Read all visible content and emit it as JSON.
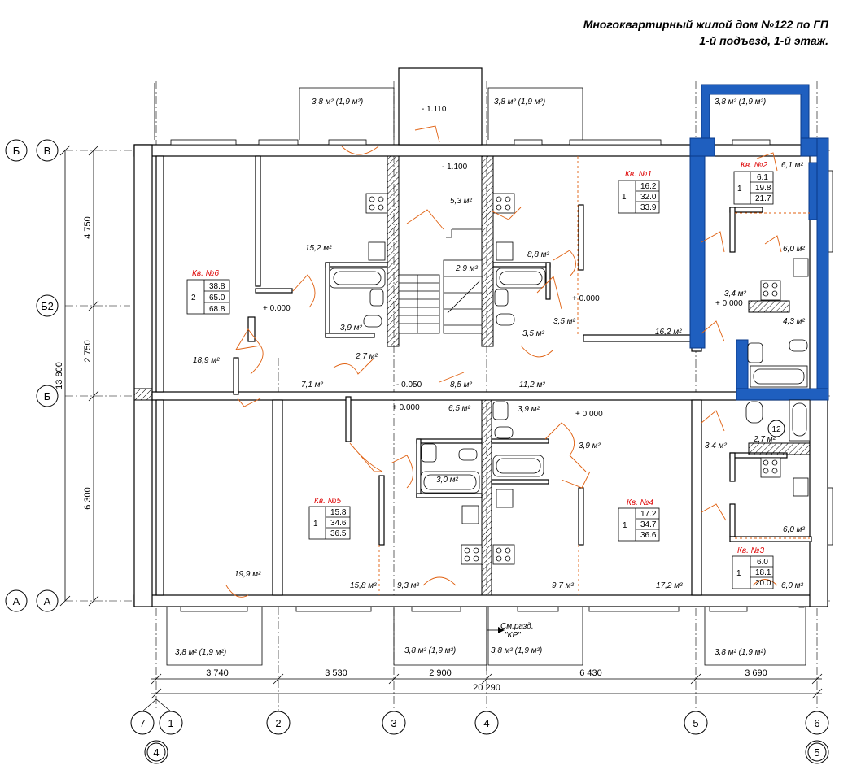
{
  "title": {
    "line1": "Многоквартирный жилой дом №122 по ГП",
    "line2": "1-й подъезд, 1-й этаж."
  },
  "axes": {
    "rows": [
      "Б",
      "В",
      "Б2",
      "Б",
      "А",
      "А"
    ],
    "cols": [
      "7",
      "1",
      "2",
      "3",
      "4",
      "5",
      "6"
    ],
    "bottom_marks": [
      "4",
      "5"
    ],
    "room_tag": "12"
  },
  "dimensions": {
    "vertical_total": "13 800",
    "vertical_parts": [
      "4 750",
      "2 750",
      "6 300"
    ],
    "horizontal_parts": [
      "3 740",
      "3 530",
      "2 900",
      "6 430",
      "3 690"
    ],
    "horizontal_total": "20 290"
  },
  "levels": [
    "- 1.110",
    "- 1.100",
    "+ 0.000",
    "+ 0.000",
    "+ 0.000",
    "+ 0.000",
    "- 0.050",
    "+ 0.000"
  ],
  "section_note": {
    "line1": "См.разд.",
    "line2": "\"КР\""
  },
  "balconies": [
    "3,8 м² (1,9 м²)",
    "3,8 м² (1,9 м²)",
    "3,8 м² (1,9 м²)",
    "3,8 м² (1,9 м²)",
    "3,8 м² (1,9 м²)",
    "3,8 м² (1,9 м²)",
    "3,8 м² (1,9 м²)"
  ],
  "apartments": [
    {
      "name": "Кв. №1",
      "rooms": "1",
      "values": [
        "16.2",
        "32.0",
        "33.9"
      ]
    },
    {
      "name": "Кв. №2",
      "rooms": "1",
      "values": [
        "6.1",
        "19.8",
        "21.7"
      ]
    },
    {
      "name": "Кв. №3",
      "rooms": "1",
      "values": [
        "6.0",
        "18.1",
        "20.0"
      ]
    },
    {
      "name": "Кв. №4",
      "rooms": "1",
      "values": [
        "17.2",
        "34.7",
        "36.6"
      ]
    },
    {
      "name": "Кв. №5",
      "rooms": "1",
      "values": [
        "15.8",
        "34.6",
        "36.5"
      ]
    },
    {
      "name": "Кв. №6",
      "rooms": "2",
      "values": [
        "38.8",
        "65.0",
        "68.8"
      ]
    }
  ],
  "areas": [
    "15,2 м²",
    "18,9 м²",
    "3,9 м²",
    "2,7 м²",
    "5,3 м²",
    "2,9 м²",
    "8,8 м²",
    "3,5 м²",
    "3,5 м²",
    "16,2 м²",
    "6,1 м²",
    "6,0 м²",
    "3,4 м²",
    "4,3 м²",
    "7,1 м²",
    "8,5 м²",
    "11,2 м²",
    "6,5 м²",
    "3,9 м²",
    "3,0 м²",
    "3,9 м²",
    "3,4 м²",
    "2,7 м²",
    "6,0 м²",
    "19,9 м²",
    "15,8 м²",
    "9,3 м²",
    "9,7 м²",
    "17,2 м²",
    "6,0 м²"
  ],
  "colors": {
    "highlight": "#1f5fbf",
    "doors": "#e06010",
    "apartment_label": "#d00000"
  }
}
